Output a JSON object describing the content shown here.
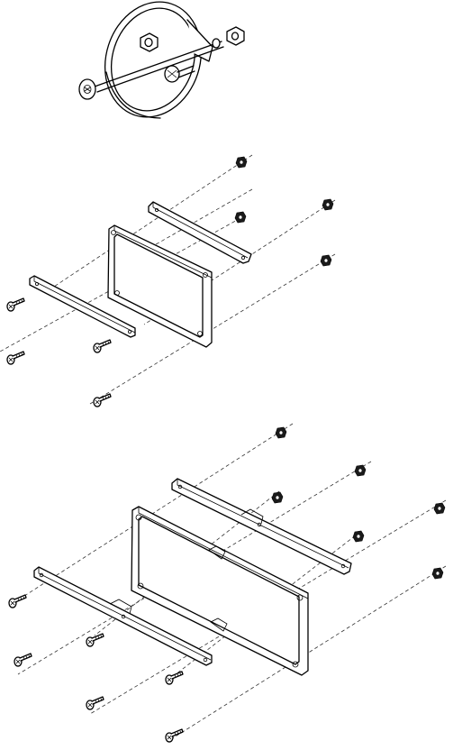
{
  "figures": [
    {
      "name": "round-mount-assembly"
    },
    {
      "name": "small-bezel-assembly"
    },
    {
      "name": "large-bezel-assembly"
    }
  ],
  "colors": {
    "line": "#000000",
    "background": "#ffffff",
    "nut_fill": "#1a1a1a"
  }
}
